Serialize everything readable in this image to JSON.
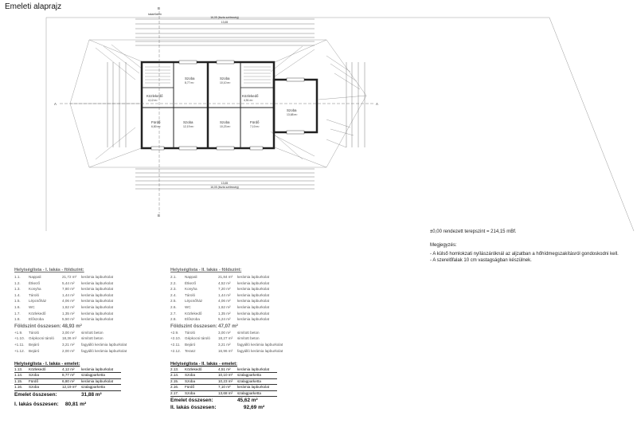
{
  "title": "Emeleti alaprajz",
  "plan": {
    "section_mark_a": "A",
    "section_mark_b": "B",
    "label_top": "takarfödém",
    "dim_total": "16,05 (tiszta szélesség)",
    "dim_mid": "13,65",
    "rooms": [
      {
        "name": "Szoba",
        "area": "10,10 m²"
      },
      {
        "name": "Szoba",
        "area": "8,77 m²"
      },
      {
        "name": "Közlekedő",
        "area": "4,12 m²"
      },
      {
        "name": "Közlekedő",
        "area": "4,51 m²"
      },
      {
        "name": "Fürdő",
        "area": "6,80 m²"
      },
      {
        "name": "Szoba",
        "area": "12,19 m²"
      },
      {
        "name": "Szoba",
        "area": "10,23 m²"
      },
      {
        "name": "Fürdő",
        "area": "7,10 m²"
      },
      {
        "name": "Szoba",
        "area": "13,68 m²"
      }
    ]
  },
  "notes": {
    "level": "±0,00 rendezett terepszint = 214,15 mBf.",
    "heading": "Megjegyzés:",
    "lines": [
      "- A külső homlokzati nyílászáróknál az aljzatban a hőhídmegszakításról gondoskodni kell.",
      "- A szerelőfalak 10 cm vastagságban készülnek."
    ]
  },
  "ground_1": {
    "title": "Helyiséglista - I. lakás - földszint:",
    "rows": [
      [
        "1.1.",
        "Nappali",
        "21,72 m²",
        "kerámia lapburkolat"
      ],
      [
        "1.2.",
        "Étkező",
        "5,44 m²",
        "kerámia lapburkolat"
      ],
      [
        "1.3.",
        "Konyha",
        "7,80 m²",
        "kerámia lapburkolat"
      ],
      [
        "1.4.",
        "Tároló",
        "1,44 m²",
        "kerámia lapburkolat"
      ],
      [
        "1.5.",
        "Lépcsőház",
        "4,06 m²",
        "kerámia lapburkolat"
      ],
      [
        "1.6.",
        "WC",
        "1,62 m²",
        "kerámia lapburkolat"
      ],
      [
        "1.7.",
        "Közlekedő",
        "1,35 m²",
        "kerámia lapburkolat"
      ],
      [
        "1.8.",
        "Előszoba",
        "5,50 m²",
        "kerámia lapburkolat"
      ]
    ],
    "total_label": "Földszint összesen:",
    "total_value": "48,93 m²",
    "extra_rows": [
      [
        "+1.9.",
        "Tároló",
        "3,00 m²",
        "simított beton"
      ],
      [
        "+1.10.",
        "Gépkocsi tároló",
        "18,36 m²",
        "simított beton"
      ],
      [
        "+1.11.",
        "Bejáró",
        "3,21 m²",
        "fagyálló kerámia lapburkolat"
      ],
      [
        "+1.12.",
        "Bejáró",
        "2,00 m²",
        "fagyálló kerámia lapburkolat"
      ]
    ]
  },
  "ground_2": {
    "title": "Helyiséglista - II. lakás - földszint:",
    "rows": [
      [
        "2.1.",
        "Nappali",
        "21,84 m²",
        "kerámia lapburkolat"
      ],
      [
        "2.2.",
        "Étkező",
        "4,52 m²",
        "kerámia lapburkolat"
      ],
      [
        "2.3.",
        "Konyha",
        "7,20 m²",
        "kerámia lapburkolat"
      ],
      [
        "2.4.",
        "Tároló",
        "1,44 m²",
        "kerámia lapburkolat"
      ],
      [
        "2.5.",
        "Lépcsőház",
        "4,06 m²",
        "kerámia lapburkolat"
      ],
      [
        "2.6.",
        "WC",
        "1,62 m²",
        "kerámia lapburkolat"
      ],
      [
        "2.7.",
        "Közlekedő",
        "1,35 m²",
        "kerámia lapburkolat"
      ],
      [
        "2.8.",
        "Előszoba",
        "5,24 m²",
        "kerámia lapburkolat"
      ]
    ],
    "total_label": "Földszint összesen:",
    "total_value": "47,07 m²",
    "extra_rows": [
      [
        "+2.9.",
        "Tároló",
        "3,00 m²",
        "simított beton"
      ],
      [
        "+2.10.",
        "Gépkocsi tároló",
        "18,27 m²",
        "simított beton"
      ],
      [
        "+2.11.",
        "Bejáró",
        "3,21 m²",
        "fagyálló kerámia lapburkolat"
      ],
      [
        "+2.12.",
        "Terasz",
        "16,96 m²",
        "fagyálló kerámia lapburkolat"
      ]
    ]
  },
  "upper_1": {
    "title": "Helyiséglista - I. lakás - emelet:",
    "rows": [
      [
        "1.13.",
        "Közlekedő",
        "4,12 m²",
        "kerámia lapburkolat"
      ],
      [
        "1.14.",
        "Szoba",
        "8,77 m²",
        "szalagparketta"
      ],
      [
        "1.15.",
        "Fürdő",
        "6,80 m²",
        "kerámia lapburkolat"
      ],
      [
        "1.16.",
        "Szoba",
        "12,19 m²",
        "szalagparketta"
      ]
    ],
    "total_label": "Emelet összesen:",
    "total_value": "31,88 m²"
  },
  "upper_2": {
    "title": "Helyiséglista - II. lakás - emelet:",
    "rows": [
      [
        "2.13.",
        "Közlekedő",
        "4,51 m²",
        "kerámia lapburkolat"
      ],
      [
        "2.14.",
        "Szoba",
        "10,10 m²",
        "szalagparketta"
      ],
      [
        "2.15.",
        "Szoba",
        "10,23 m²",
        "szalagparketta"
      ],
      [
        "2.16.",
        "Fürdő",
        "7,10 m²",
        "kerámia lapburkolat"
      ],
      [
        "2.17.",
        "Szoba",
        "13,68 m²",
        "szalagparketta"
      ]
    ],
    "total_label": "Emelet összesen:",
    "total_value": "45,62 m²"
  },
  "grand_1": {
    "label": "I. lakás összesen:",
    "value": "80,81 m²"
  },
  "grand_2": {
    "label": "II. lakás összesen:",
    "value": "92,69 m²"
  }
}
